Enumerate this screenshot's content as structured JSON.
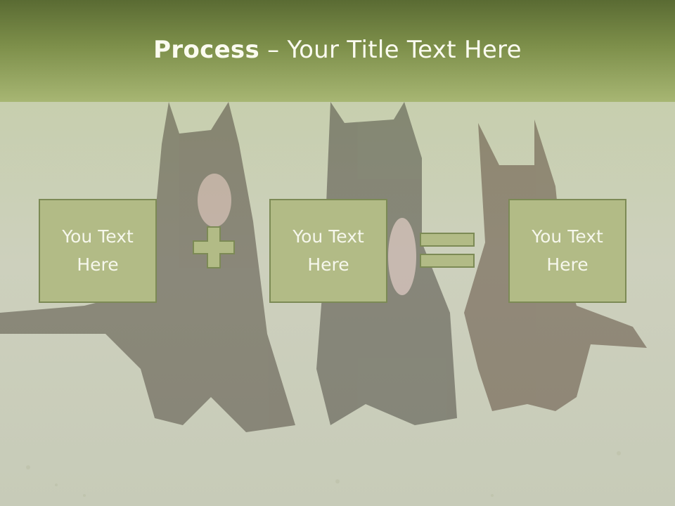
{
  "slide": {
    "title_bold": "Process",
    "title_rest": " – Your Title Text Here"
  },
  "process": {
    "boxes": [
      {
        "label": "You Text Here"
      },
      {
        "label": "You Text Here"
      },
      {
        "label": "You Text Here"
      }
    ],
    "operators": [
      "plus-icon",
      "equals-icon"
    ]
  },
  "colors": {
    "header_dark": "#5a6b33",
    "header_light": "#a7b673",
    "box_fill": "#b2bb86",
    "box_border": "#7c8a55",
    "text": "#f6f7ec"
  }
}
